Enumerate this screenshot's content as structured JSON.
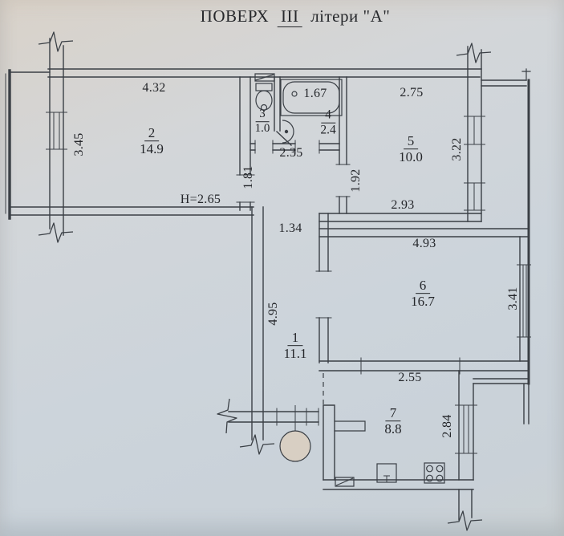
{
  "title": {
    "word1": "ПОВЕРХ",
    "floor": "III",
    "word2": "літери \"А\""
  },
  "rooms": [
    {
      "number": "1",
      "area": "11.1"
    },
    {
      "number": "2",
      "area": "14.9"
    },
    {
      "number": "3",
      "area": "1.0"
    },
    {
      "number": "4",
      "area": "2.4"
    },
    {
      "number": "5",
      "area": "10.0"
    },
    {
      "number": "6",
      "area": "16.7"
    },
    {
      "number": "7",
      "area": "8.8"
    }
  ],
  "dimensions": {
    "room2_width": "4.32",
    "room2_depth": "3.45",
    "hall_width": "2.35",
    "hall_door_left": "1.81",
    "hall_door_right": "1.92",
    "tub_length": "1.67",
    "room5_width_top": "2.75",
    "room5_depth": "3.22",
    "room5_width_bottom": "2.93",
    "corridor_width": "1.34",
    "corridor_length": "4.95",
    "room6_width": "4.93",
    "room6_depth": "3.41",
    "room6_bottom_width": "2.55",
    "room7_depth": "2.84",
    "ceiling_height": "Н=2.65"
  },
  "colors": {
    "line": "#3a3f45",
    "paper": "#ccd4db",
    "chute_fill": "#d8cfc3"
  }
}
